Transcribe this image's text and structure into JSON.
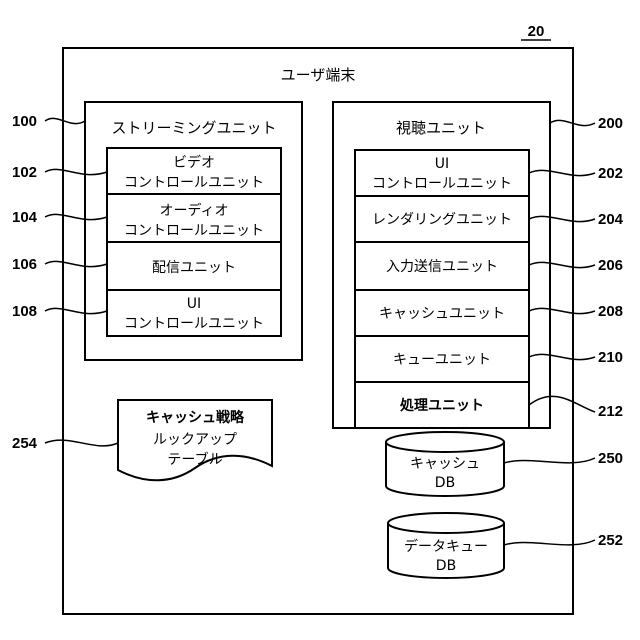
{
  "figure_number": "20",
  "terminal": {
    "title": "ユーザ端末"
  },
  "streaming": {
    "ref": "100",
    "title": "ストリーミングユニット",
    "units": [
      {
        "ref": "102",
        "line1": "ビデオ",
        "line2": "コントロールユニット"
      },
      {
        "ref": "104",
        "line1": "オーディオ",
        "line2": "コントロールユニット"
      },
      {
        "ref": "106",
        "line1": "配信ユニット",
        "line2": ""
      },
      {
        "ref": "108",
        "line1": "UI",
        "line2": "コントロールユニット"
      }
    ]
  },
  "viewing": {
    "ref": "200",
    "title": "視聴ユニット",
    "units": [
      {
        "ref": "202",
        "line1": "UI",
        "line2": "コントロールユニット"
      },
      {
        "ref": "204",
        "line1": "レンダリングユニット",
        "line2": ""
      },
      {
        "ref": "206",
        "line1": "入力送信ユニット",
        "line2": ""
      },
      {
        "ref": "208",
        "line1": "キャッシュユニット",
        "line2": ""
      },
      {
        "ref": "210",
        "line1": "キューユニット",
        "line2": ""
      },
      {
        "ref": "212",
        "line1": "処理ユニット",
        "line2": ""
      }
    ]
  },
  "lookup_table": {
    "ref": "254",
    "line1": "キャッシュ戦略",
    "line2": "ルックアップ",
    "line3": "テーブル"
  },
  "cache_db": {
    "ref": "250",
    "line1": "キャッシュ",
    "line2": "DB"
  },
  "queue_db": {
    "ref": "252",
    "line1": "データキュー",
    "line2": "DB"
  }
}
